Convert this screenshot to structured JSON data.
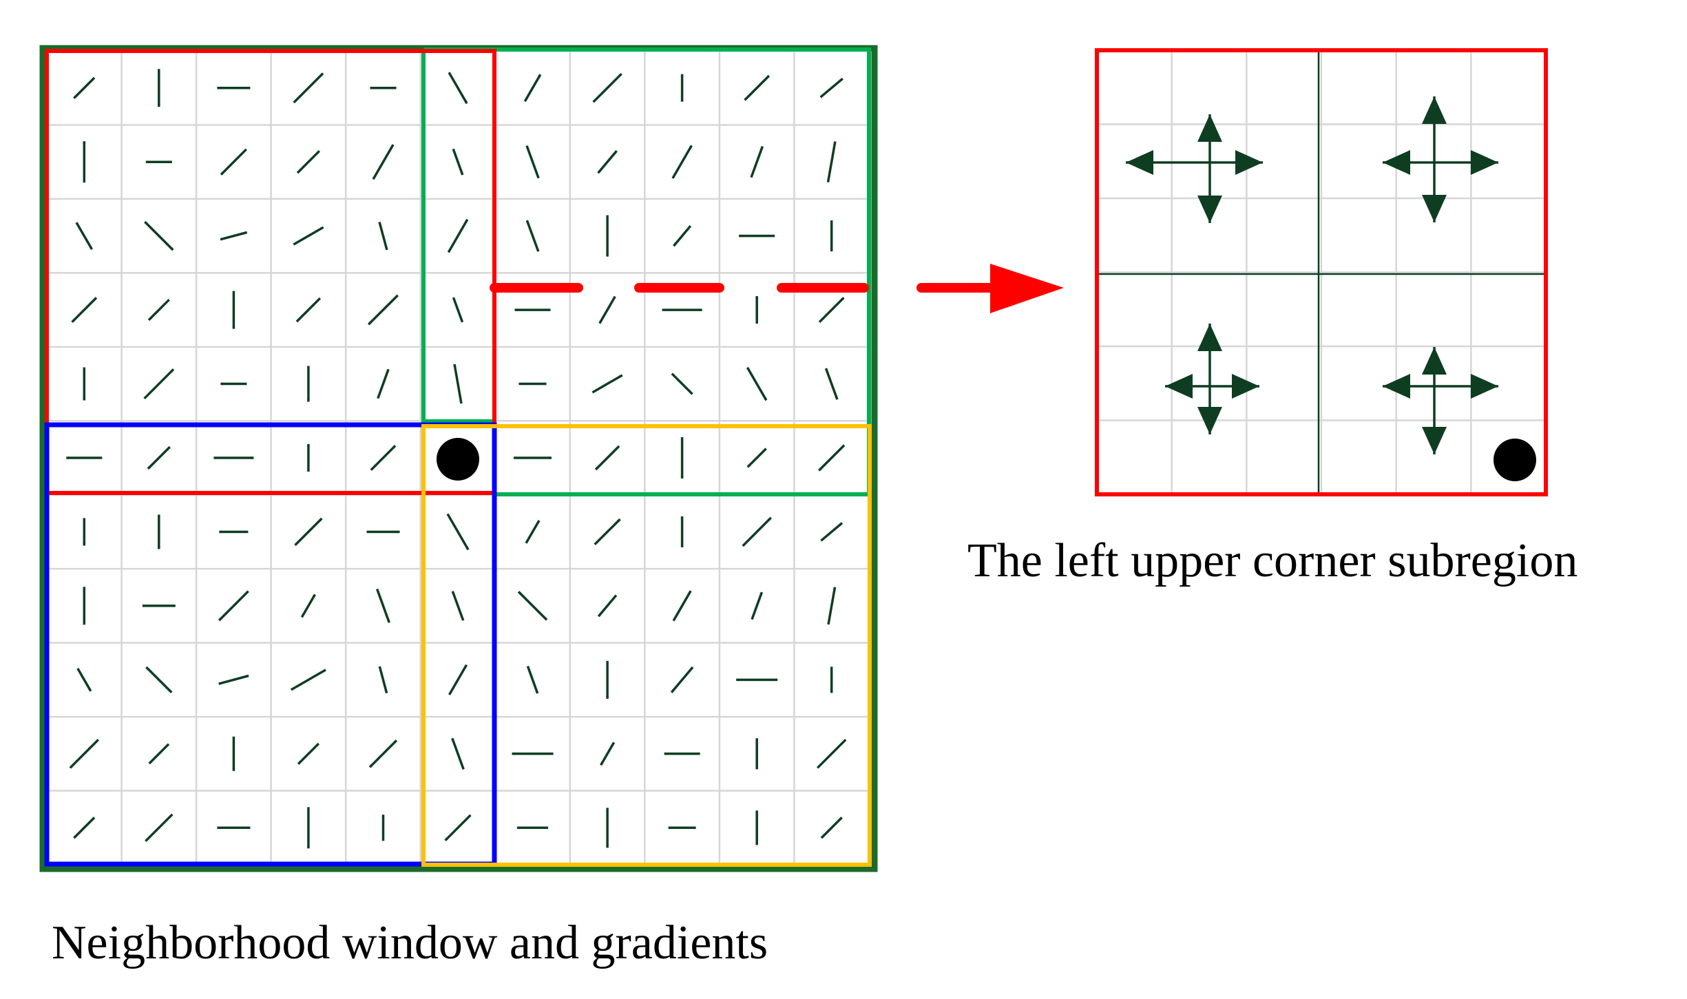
{
  "captions": {
    "neighborhood": "Neighborhood window and gradients",
    "subregion": "The left upper corner subregion"
  },
  "colors": {
    "outer_border": "#1a6b2a",
    "red_region": "#ff0000",
    "green_region": "#00b050",
    "blue_region": "#0000ff",
    "yellow_region": "#ffc000",
    "grid": "#d6d6d6",
    "arrow": "#0e3d22",
    "keypoint": "#000000",
    "pointer_arrow": "#ff0000"
  },
  "icons": {
    "keypoint": "filled-circle",
    "pointer": "right-arrow-icon",
    "gradient": "gradient-arrow-icon",
    "histogram": "four-direction-cross-icon"
  }
}
